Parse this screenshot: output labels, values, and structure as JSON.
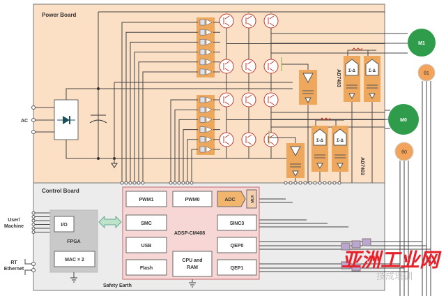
{
  "boards": {
    "power": "Power Board",
    "control": "Control Board",
    "safety_earth": "Safety Earth"
  },
  "io": {
    "ac": "AC",
    "user_machine": [
      "User/",
      "Machine"
    ],
    "rt_ethernet": [
      "RT",
      "Ethernet"
    ]
  },
  "processor": {
    "name": "ADSP-CM408",
    "pwm1": "PWM1",
    "pwm0": "PWM0",
    "adc": "ADC",
    "mux": "MUX",
    "smc": "SMC",
    "sinc3": "SINC3",
    "usb": "USB",
    "qep0": "QEP0",
    "flash": "Flash",
    "qep1": "QEP1",
    "cpu_ram": [
      "CPU and",
      "RAM"
    ]
  },
  "fpga": {
    "name": "FPGA",
    "io": "I/O",
    "mac": "MAC × 2"
  },
  "modulators": {
    "part": "AD7403",
    "symbol": "Σ-Δ"
  },
  "motors": {
    "m1": "M1",
    "m0": "M0",
    "theta1": "θ1",
    "theta0": "θ0"
  },
  "colors": {
    "power_board": "#fbe0c6",
    "control_board": "#ececec",
    "processor": "#f7d6d6",
    "motor": "#2f9c4b",
    "encoder": "#f2a45c",
    "driver": "#eea85e",
    "watermark": "#e8202a"
  },
  "watermark": {
    "main": "亚洲工业网",
    "sub": "技成培训"
  }
}
